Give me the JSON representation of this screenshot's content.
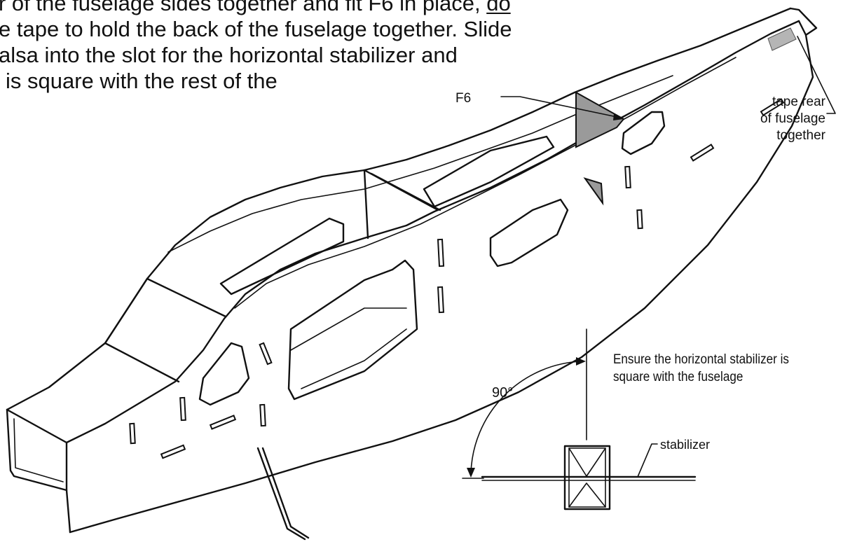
{
  "instructions": {
    "line1_a": "r of the fuselage sides together and fit F6 in place, ",
    "line1_b": "do",
    "line2_a": "e tape to hold the back of the fuselage together. Slide",
    "line3_a": "alsa into the slot for the horizontal stabilizer and",
    "line4_a": "is square with the rest of the"
  },
  "callouts": {
    "f6": "F6",
    "tape_line1": "tape rear",
    "tape_line2": "of fuselage",
    "tape_line3": "together"
  },
  "inset": {
    "note_line1": "Ensure the horizontal stabilizer is",
    "note_line2": "square with the fuselage",
    "angle": "90°",
    "stabilizer": "stabilizer"
  },
  "colors": {
    "ink": "#111111",
    "former_fill": "#9a9a9a",
    "tape_fill": "#b5b5b5"
  }
}
